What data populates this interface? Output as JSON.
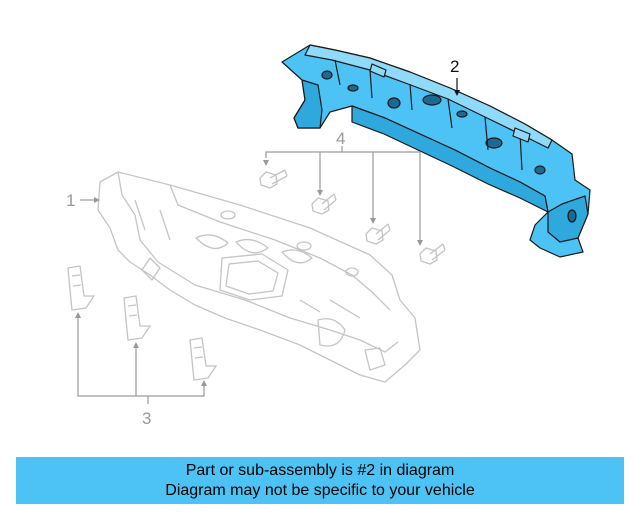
{
  "callouts": {
    "panel": "1",
    "reinforcement": "2",
    "bracket": "3",
    "bolt": "4"
  },
  "colors": {
    "highlight_part": "#4dc3f5",
    "outline_gray": "#c8c8c8",
    "banner_bg": "#4dc3f5"
  },
  "banner": {
    "line1": "Part or sub-assembly is #2 in diagram",
    "line2": "Diagram may not be specific to your vehicle"
  }
}
